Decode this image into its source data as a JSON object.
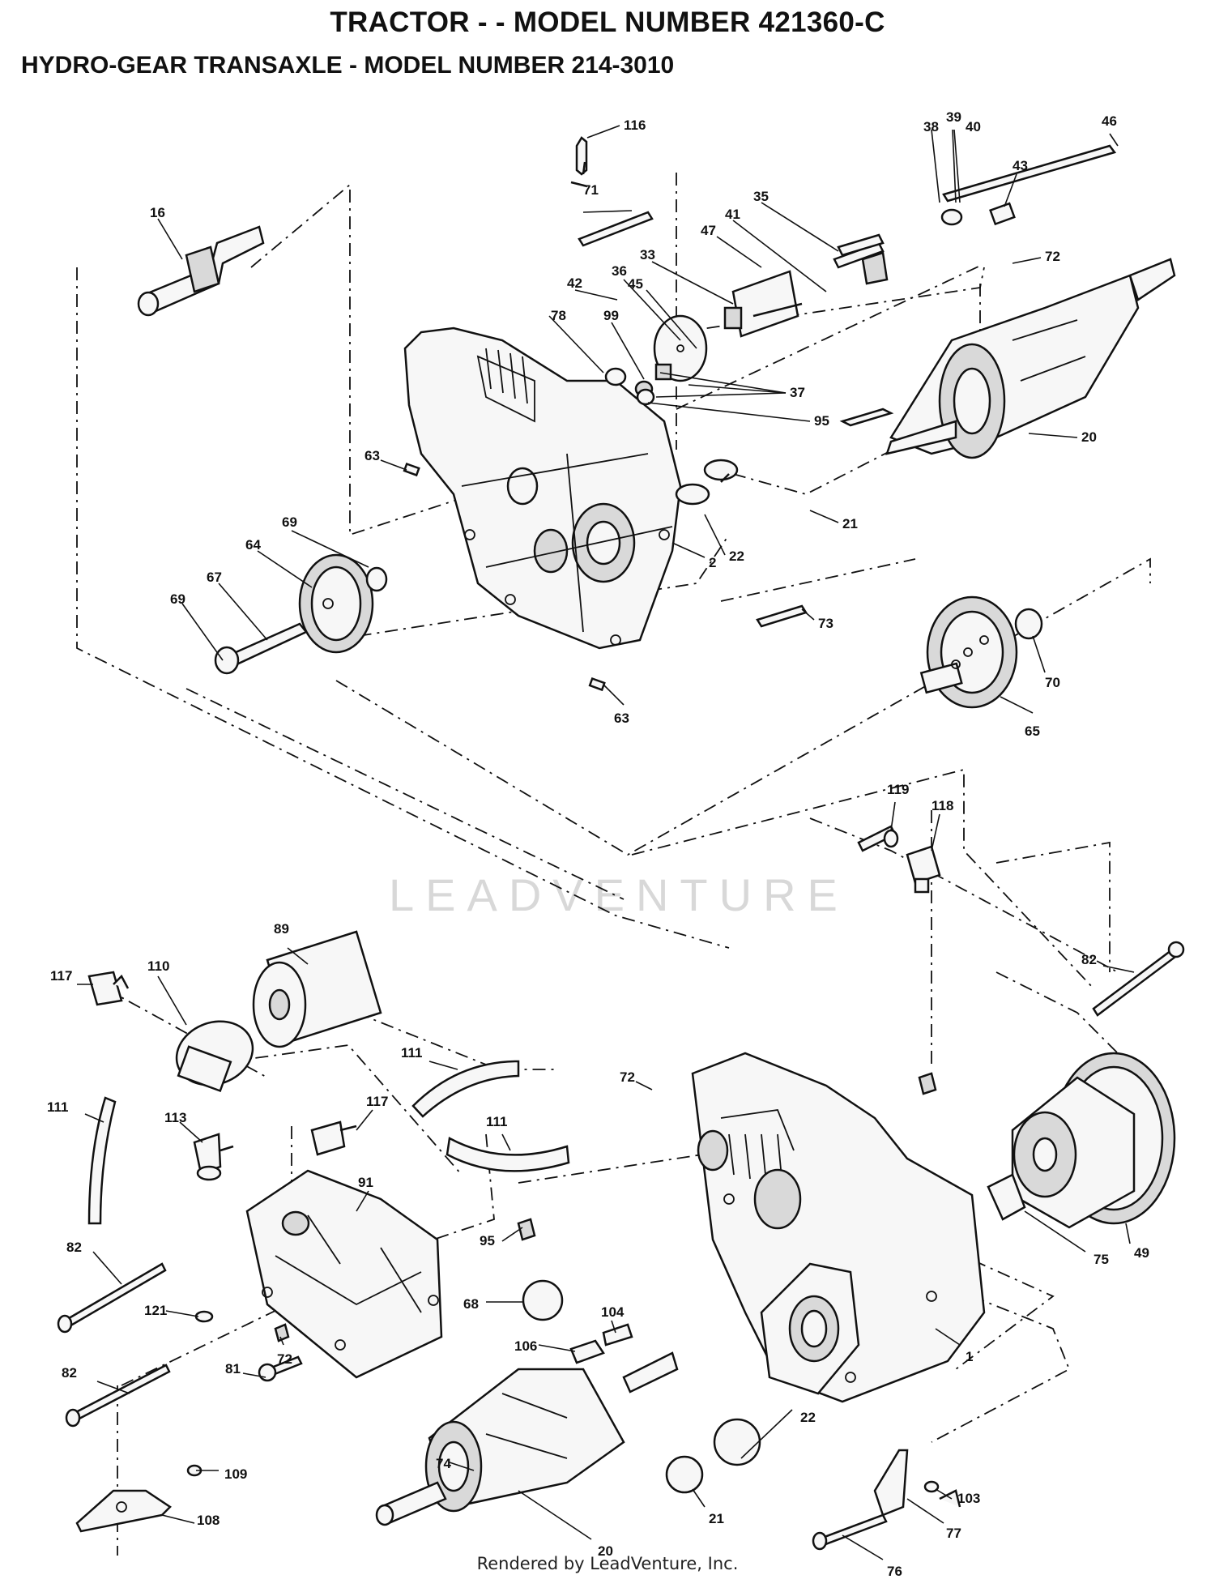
{
  "header": {
    "title": "TRACTOR - - MODEL NUMBER 421360-C",
    "subtitle": "HYDRO-GEAR TRANSAXLE - MODEL NUMBER 214-3010"
  },
  "watermark": "LEADVENTURE",
  "footer": "Rendered by LeadVenture, Inc.",
  "callouts": [
    {
      "id": "c116",
      "label": "116"
    },
    {
      "id": "c71",
      "label": "71"
    },
    {
      "id": "c38",
      "label": "38"
    },
    {
      "id": "c39",
      "label": "39"
    },
    {
      "id": "c40",
      "label": "40"
    },
    {
      "id": "c46",
      "label": "46"
    },
    {
      "id": "c43",
      "label": "43"
    },
    {
      "id": "c35",
      "label": "35"
    },
    {
      "id": "c41",
      "label": "41"
    },
    {
      "id": "c47",
      "label": "47"
    },
    {
      "id": "c33",
      "label": "33"
    },
    {
      "id": "c36",
      "label": "36"
    },
    {
      "id": "c42",
      "label": "42"
    },
    {
      "id": "c45",
      "label": "45"
    },
    {
      "id": "c78",
      "label": "78"
    },
    {
      "id": "c99",
      "label": "99"
    },
    {
      "id": "c37",
      "label": "37"
    },
    {
      "id": "c95a",
      "label": "95"
    },
    {
      "id": "c72a",
      "label": "72"
    },
    {
      "id": "c20a",
      "label": "20"
    },
    {
      "id": "c16",
      "label": "16"
    },
    {
      "id": "c63a",
      "label": "63"
    },
    {
      "id": "c21a",
      "label": "21"
    },
    {
      "id": "c22a",
      "label": "22"
    },
    {
      "id": "c2",
      "label": "2"
    },
    {
      "id": "c69a",
      "label": "69"
    },
    {
      "id": "c64",
      "label": "64"
    },
    {
      "id": "c67",
      "label": "67"
    },
    {
      "id": "c69b",
      "label": "69"
    },
    {
      "id": "c73",
      "label": "73"
    },
    {
      "id": "c70",
      "label": "70"
    },
    {
      "id": "c65",
      "label": "65"
    },
    {
      "id": "c63b",
      "label": "63"
    },
    {
      "id": "c119",
      "label": "119"
    },
    {
      "id": "c118",
      "label": "118"
    },
    {
      "id": "c89",
      "label": "89"
    },
    {
      "id": "c117a",
      "label": "117"
    },
    {
      "id": "c110",
      "label": "110"
    },
    {
      "id": "c82a",
      "label": "82"
    },
    {
      "id": "c111a",
      "label": "111"
    },
    {
      "id": "c117b",
      "label": "117"
    },
    {
      "id": "c111b",
      "label": "111"
    },
    {
      "id": "c111c",
      "label": "111"
    },
    {
      "id": "c113",
      "label": "113"
    },
    {
      "id": "c72b",
      "label": "72"
    },
    {
      "id": "c91",
      "label": "91"
    },
    {
      "id": "c95b",
      "label": "95"
    },
    {
      "id": "c75",
      "label": "75"
    },
    {
      "id": "c49",
      "label": "49"
    },
    {
      "id": "c82b",
      "label": "82"
    },
    {
      "id": "c121",
      "label": "121"
    },
    {
      "id": "c68",
      "label": "68"
    },
    {
      "id": "c104",
      "label": "104"
    },
    {
      "id": "c106",
      "label": "106"
    },
    {
      "id": "c1",
      "label": "1"
    },
    {
      "id": "c72c",
      "label": "72"
    },
    {
      "id": "c82c",
      "label": "82"
    },
    {
      "id": "c22b",
      "label": "22"
    },
    {
      "id": "c81",
      "label": "81"
    },
    {
      "id": "c21b",
      "label": "21"
    },
    {
      "id": "c74",
      "label": "74"
    },
    {
      "id": "c109",
      "label": "109"
    },
    {
      "id": "c103",
      "label": "103"
    },
    {
      "id": "c77",
      "label": "77"
    },
    {
      "id": "c108",
      "label": "108"
    },
    {
      "id": "c20b",
      "label": "20"
    },
    {
      "id": "c76",
      "label": "76"
    }
  ]
}
